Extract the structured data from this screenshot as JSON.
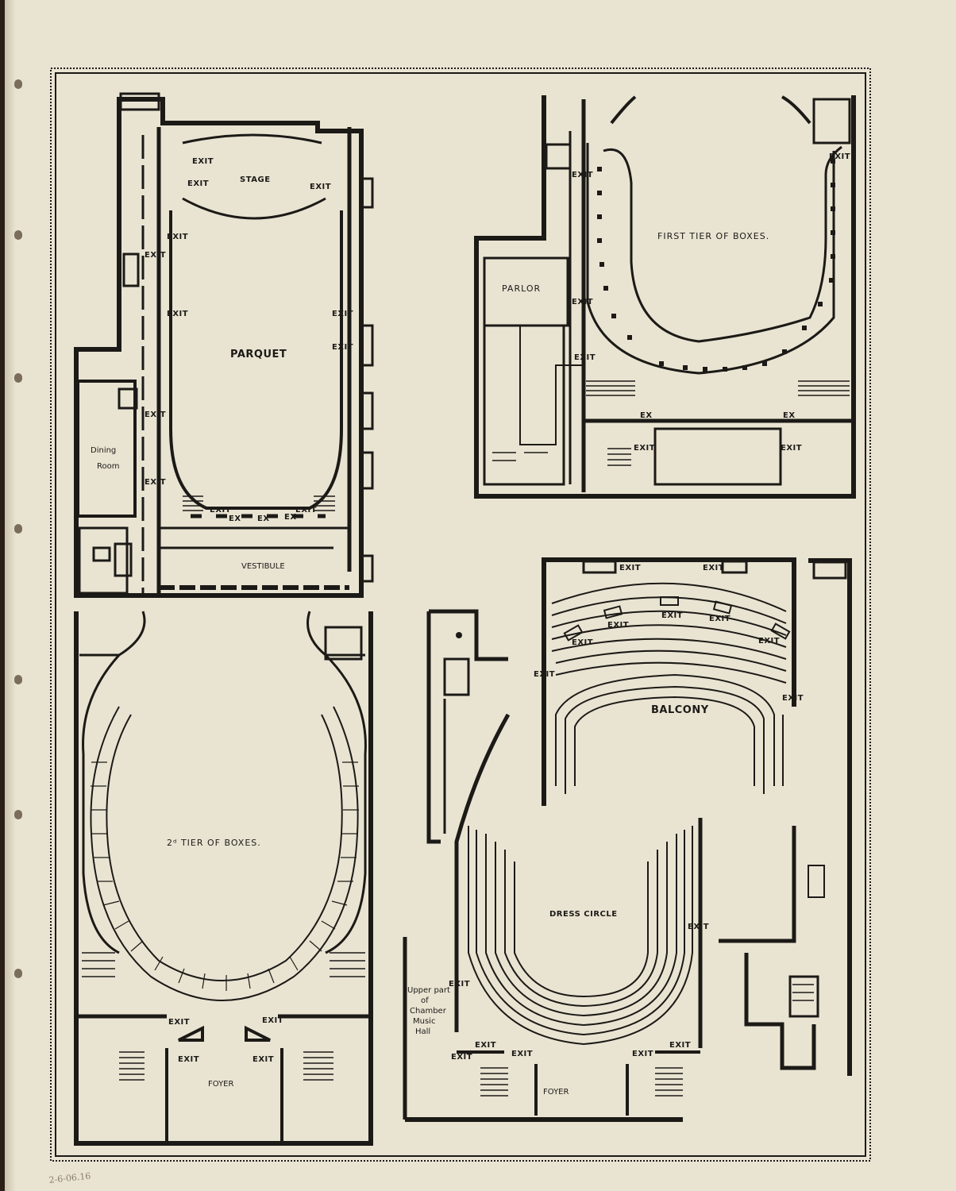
{
  "labels": {
    "stage": "STAGE",
    "parquet": "PARQUET",
    "dining_room_1": "Dining",
    "dining_room_2": "Room",
    "vestibule": "VESTIBULE",
    "first_tier": "FIRST TIER OF BOXES.",
    "parlor": "PARLOR",
    "second_tier": "2ᵈ TIER OF BOXES.",
    "foyer": "FOYER",
    "balcony": "BALCONY",
    "dress_circle": "DRESS CIRCLE",
    "chamber_1": "Upper part",
    "chamber_2": "of",
    "chamber_3": "Chamber",
    "chamber_4": "Music",
    "chamber_5": "Hall",
    "exit": "EXIT",
    "ex": "EX"
  },
  "handwriting": "2-6-06.16"
}
